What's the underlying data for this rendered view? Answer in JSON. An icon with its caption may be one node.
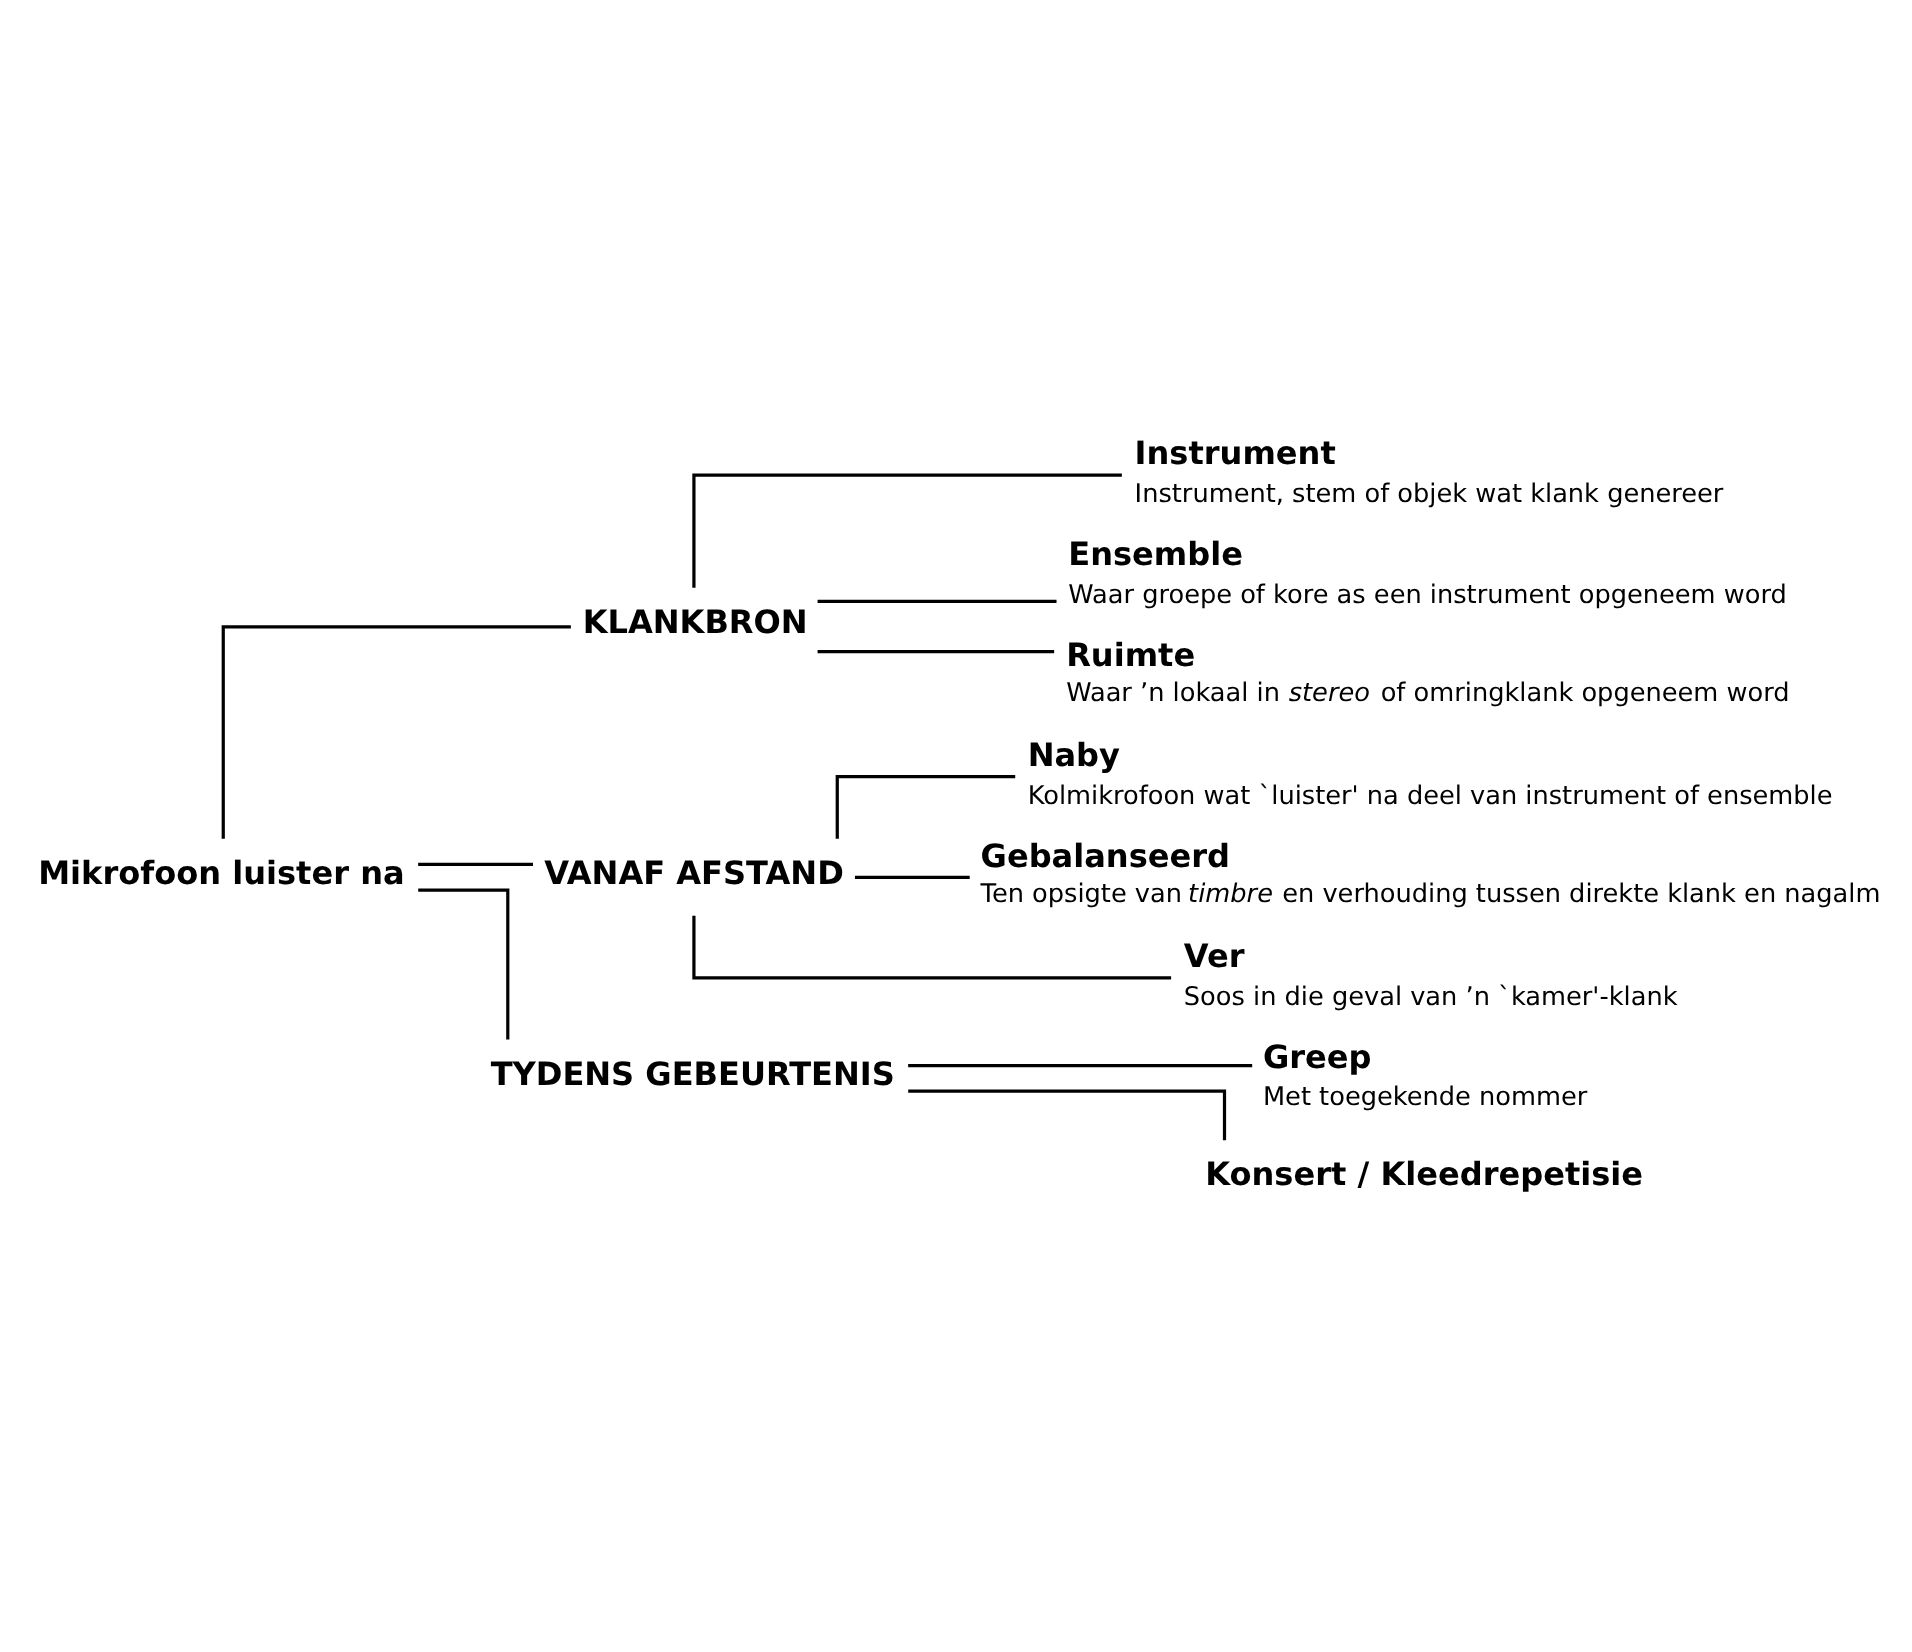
{
  "diagram": {
    "nodes": [
      {
        "text": [
          "Mikrofoon luister na"
        ]
      },
      {
        "text": [
          "KLANKBRON"
        ]
      },
      {
        "text": [
          "Instrument",
          "Instrument, stem of objek wat klank genereer"
        ]
      },
      {
        "text": [
          "Ensemble",
          "Waar groepe of kore as een instrument opgeneem word"
        ]
      },
      {
        "text": [
          "Ruimte",
          "Waar ’n lokaal in *stereo* of omringklank opgeneem word"
        ]
      },
      {
        "text": [
          "VANAF AFSTAND"
        ]
      },
      {
        "text": [
          "Naby",
          "Kolmikrofoon wat `luister' na deel van instrument of ensemble"
        ]
      },
      {
        "text": [
          "Gebalanseerd",
          "Ten opsigte van *timbre* en verhouding tussen direkte klank en nagalm"
        ]
      },
      {
        "text": [
          "Ver",
          "Soos in die geval van ’n `kamer'-klank"
        ]
      },
      {
        "text": [
          "TYDENS GEBEURTENIS"
        ]
      },
      {
        "text": [
          "Greep",
          "Met toegekende nommer"
        ]
      },
      {
        "text": [
          "Konsert / Kleedrepetisie"
        ]
      }
    ],
    "edges": [
      {
        "from": 0,
        "to": 1,
        "arrow": "none"
      },
      {
        "from": 1,
        "to": 2,
        "arrow": "none"
      },
      {
        "from": 1,
        "to": 3,
        "arrow": "none"
      },
      {
        "from": 1,
        "to": 4,
        "arrow": "none"
      },
      {
        "from": 0,
        "to": 5,
        "arrow": "none"
      },
      {
        "from": 5,
        "to": 6,
        "arrow": "none"
      },
      {
        "from": 5,
        "to": 7,
        "arrow": "none"
      },
      {
        "from": 5,
        "to": 8,
        "arrow": "none"
      },
      {
        "from": 0,
        "to": 9,
        "arrow": "none"
      },
      {
        "from": 9,
        "to": 10,
        "arrow": "none"
      },
      {
        "from": 9,
        "to": 11,
        "arrow": "none"
      }
    ]
  }
}
